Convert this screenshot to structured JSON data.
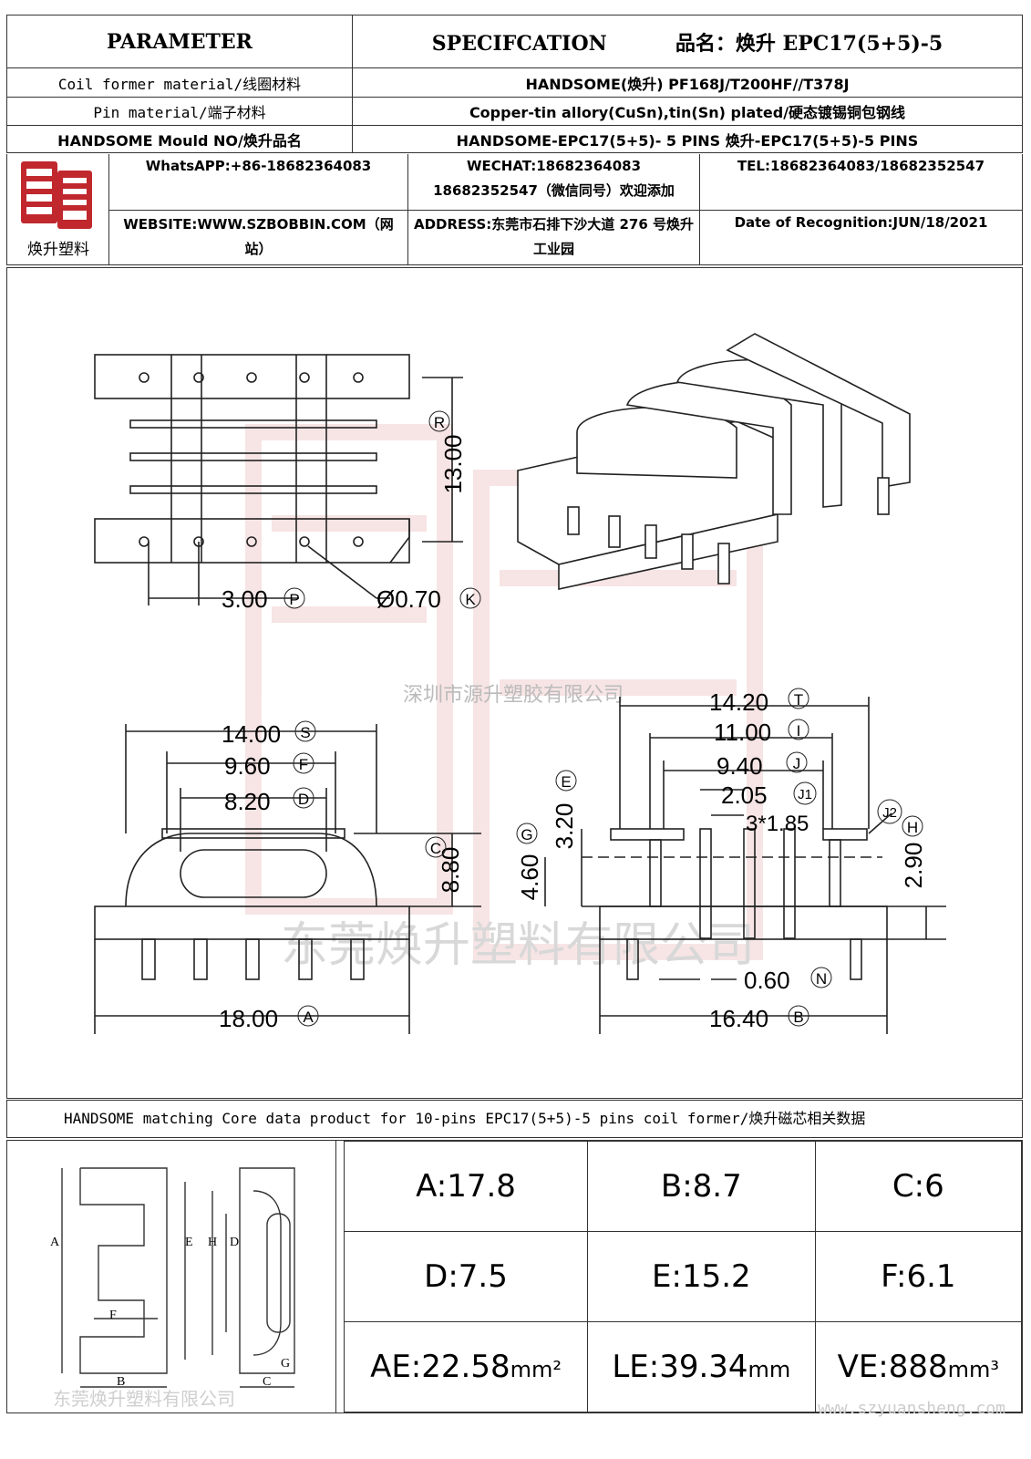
{
  "header": {
    "parameter": "PARAMETER",
    "specification": "SPECIFCATION",
    "product_name": "品名：焕升 EPC17(5+5)-5",
    "rows": [
      {
        "label": "Coil former material/线圈材料",
        "value": "HANDSOME(焕升)   PF168J/T200HF//T378J"
      },
      {
        "label": "Pin material/端子材料",
        "value": "Copper-tin allory(CuSn),tin(Sn) plated/硬态镀锡铜包钢线"
      },
      {
        "label": "HANDSOME Mould NO/焕升品名",
        "value": "HANDSOME-EPC17(5+5)- 5 PINS   焕升-EPC17(5+5)-5 PINS"
      }
    ]
  },
  "company": {
    "logo_text": "焕升塑料",
    "whatsapp": "WhatsAPP:+86-18682364083",
    "wechat": "WECHAT:18682364083",
    "wechat2": "18682352547（微信同号）欢迎添加",
    "tel": "TEL:18682364083/18682352547",
    "website": "WEBSITE:WWW.SZBOBBIN.COM（网站）",
    "address": "ADDRESS:东莞市石排下沙大道 276 号焕升工业园",
    "date": "Date of Recognition:JUN/18/2021"
  },
  "drawing": {
    "watermark_top": "深圳市源升塑胶有限公司",
    "watermark_bottom": "东莞焕升塑料有限公司",
    "dims": {
      "R": "13.00",
      "P": "3.00",
      "K": "Ø0.70",
      "S": "14.00",
      "F": "9.60",
      "D": "8.20",
      "C": "8.80",
      "A": "18.00",
      "T": "14.20",
      "I": "11.00",
      "J": "9.40",
      "J1": "2.05",
      "J2": "3*1.85",
      "E": "3.20",
      "G": "4.60",
      "H": "2.90",
      "N": "0.60",
      "B": "16.40"
    },
    "letters": {
      "R": "R",
      "P": "P",
      "K": "K",
      "S": "S",
      "F": "F",
      "D": "D",
      "C": "C",
      "A": "A",
      "T": "T",
      "I": "I",
      "J": "J",
      "J1": "J1",
      "J2": "J2",
      "E": "E",
      "G": "G",
      "H": "H",
      "N": "N",
      "B": "B"
    }
  },
  "core": {
    "title": "HANDSOME matching Core data  product for 10-pins EPC17(5+5)-5 pins coil former/焕升磁芯相关数据",
    "watermark": "东莞焕升塑料有限公司",
    "site": "www.szyuansheng.com",
    "labels": {
      "A": "A",
      "E": "E",
      "H": "H",
      "D": "D",
      "F": "F",
      "B": "B",
      "C": "C",
      "G": "G"
    },
    "values": {
      "A": "A:17.8",
      "B": "B:8.7",
      "C": "C:6",
      "D": "D:7.5",
      "E": "E:15.2",
      "F": "F:6.1",
      "AE": "AE:22.58",
      "AE_unit": "mm²",
      "LE": "LE:39.34",
      "LE_unit": "mm",
      "VE": "VE:888",
      "VE_unit": "mm³"
    }
  }
}
